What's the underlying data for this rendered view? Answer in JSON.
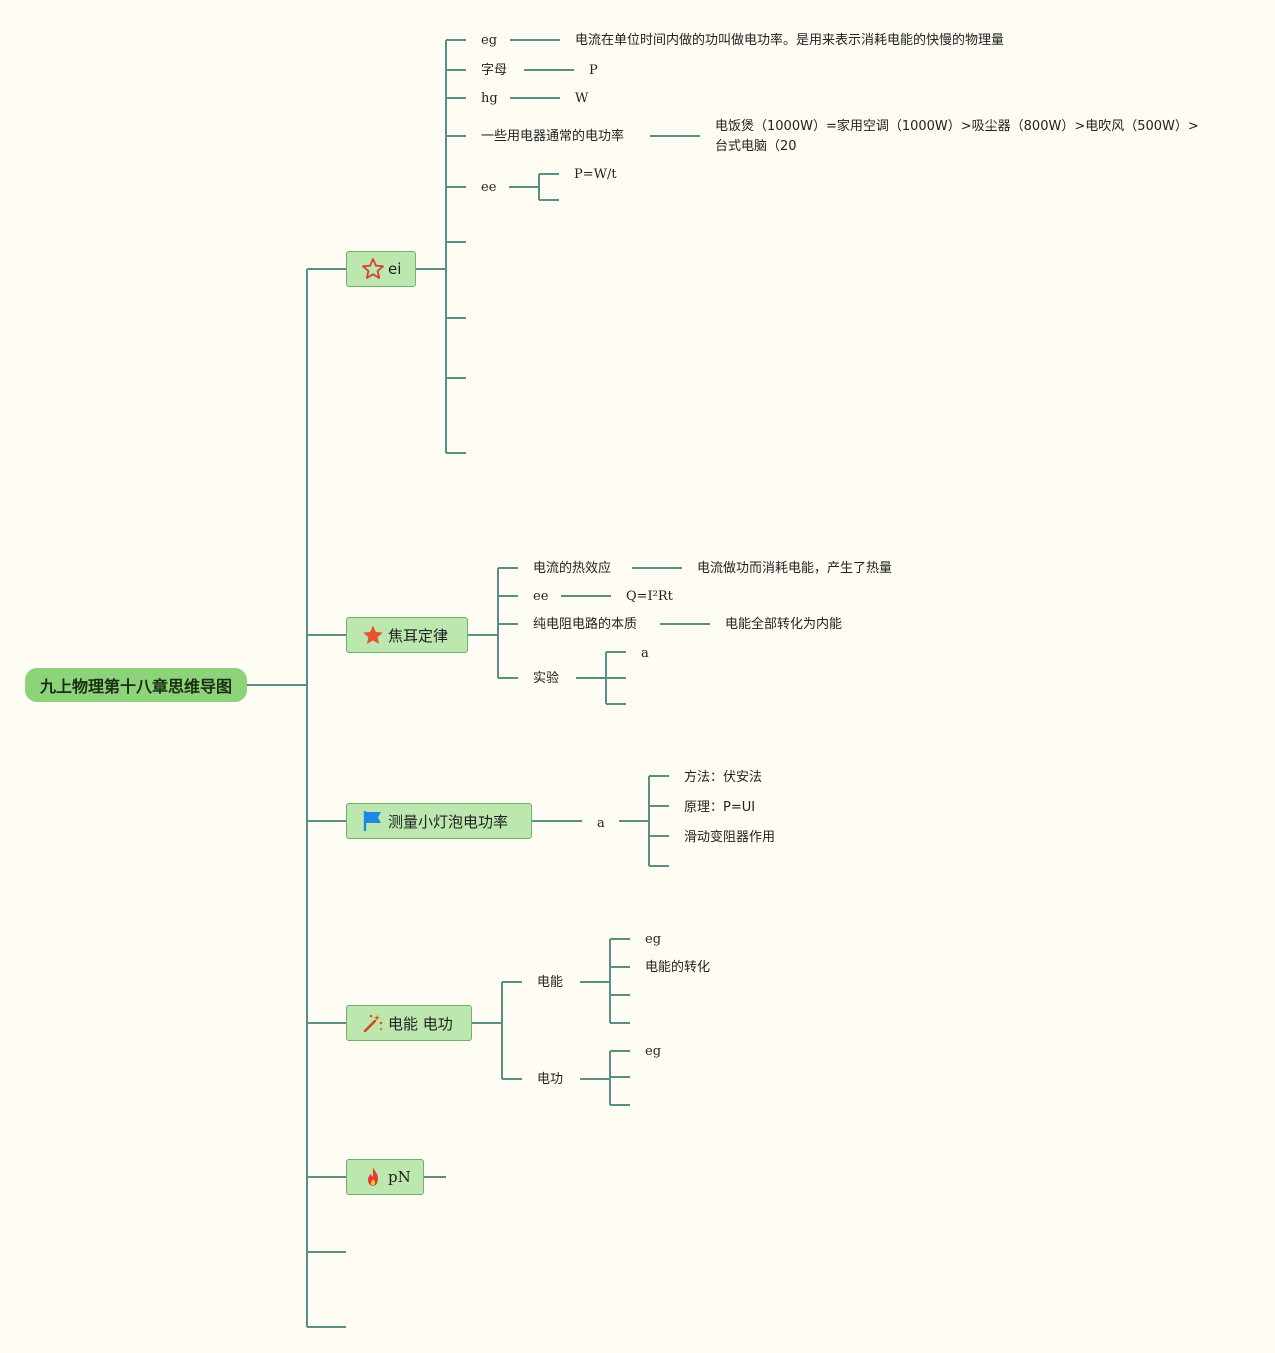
{
  "root": {
    "label": "九上物理第十八章思维导图"
  },
  "branches": {
    "ei": {
      "label": "ei",
      "icon": "star-outline-icon",
      "children": [
        {
          "label": "eg",
          "value": "电流在单位时间内做的功叫做电功率。是用来表示消耗电能的快慢的物理量"
        },
        {
          "label": "字母",
          "value": "P"
        },
        {
          "label": "hg",
          "value": "W"
        },
        {
          "label": "一些用电器通常的电功率",
          "value": "电饭煲（1000W）=家用空调（1000W）>吸尘器（800W）>电吹风（500W）>台式电脑（20"
        },
        {
          "label": "ee",
          "value": "P=W/t"
        }
      ]
    },
    "joule": {
      "label": "焦耳定律",
      "icon": "star-filled-icon",
      "children": [
        {
          "label": "电流的热效应",
          "value": "电流做功而消耗电能，产生了热量"
        },
        {
          "label": "ee",
          "value": "Q=I²Rt"
        },
        {
          "label": "纯电阻电路的本质",
          "value": "电能全部转化为内能"
        },
        {
          "label": "实验",
          "value": "a"
        }
      ]
    },
    "measure": {
      "label": "测量小灯泡电功率",
      "icon": "flag-icon",
      "child": "a",
      "items": [
        "方法：伏安法",
        "原理：P=UI",
        "滑动变阻器作用"
      ]
    },
    "energy": {
      "label": "电能 电功",
      "icon": "magic-wand-icon",
      "children": [
        {
          "label": "电能",
          "items": [
            "eg",
            "电能的转化"
          ]
        },
        {
          "label": "电功",
          "items": [
            "eg"
          ]
        }
      ]
    },
    "pn": {
      "label": "pN",
      "icon": "fire-icon"
    }
  },
  "colors": {
    "line": "#5b8f85",
    "root_fill": "#8cd37a",
    "branch_fill": "#bce8b0",
    "background": "#fffcf3"
  }
}
